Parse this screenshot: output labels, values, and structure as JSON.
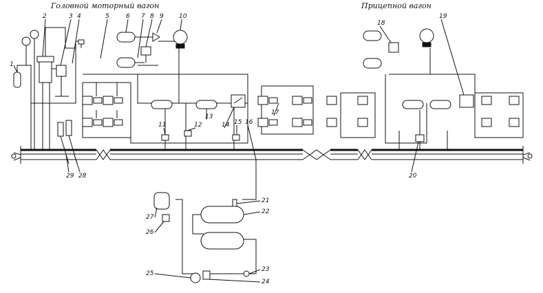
{
  "headers": {
    "motor_car": "Головной моторный вагон",
    "trailer_car": "Прицепной вагон"
  },
  "callouts": [
    "1",
    "2",
    "3",
    "4",
    "5",
    "6",
    "7",
    "8",
    "9",
    "10",
    "11",
    "12",
    "13",
    "14",
    "15",
    "16",
    "17",
    "18",
    "19",
    "20",
    "21",
    "22",
    "23",
    "24",
    "25",
    "26",
    "27",
    "28",
    "29"
  ]
}
